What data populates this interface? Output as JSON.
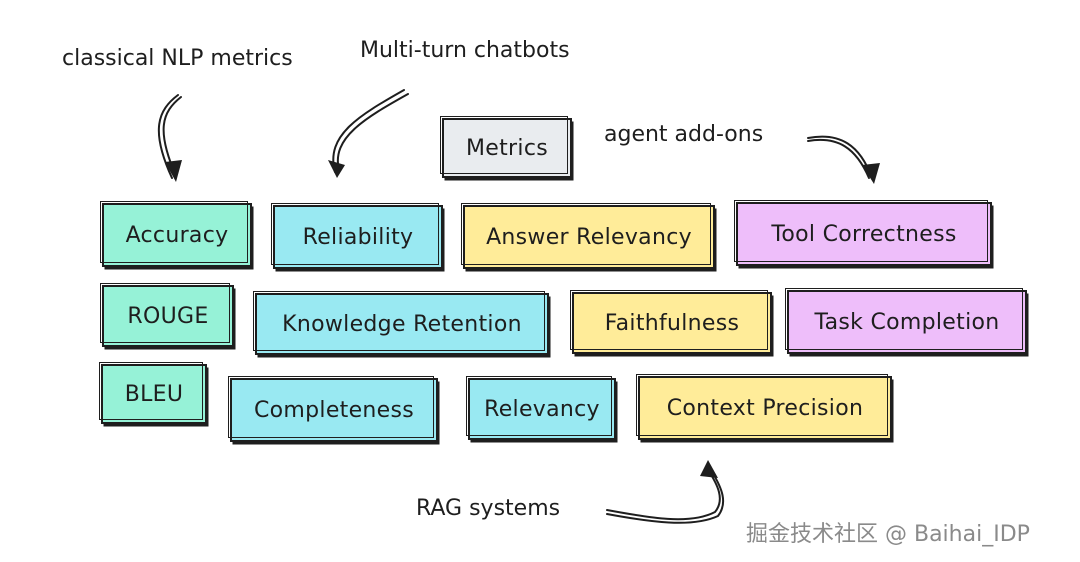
{
  "diagram": {
    "center_label": "Metrics",
    "annotations": {
      "classical": "classical NLP metrics",
      "chatbots": "Multi-turn chatbots",
      "agent": "agent add-ons",
      "rag": "RAG systems"
    },
    "groups": {
      "classical": {
        "color": "#96f2d7",
        "items": [
          "Accuracy",
          "ROUGE",
          "BLEU"
        ]
      },
      "chatbots": {
        "color": "#99e9f2",
        "items": [
          "Reliability",
          "Knowledge Retention",
          "Completeness",
          "Relevancy"
        ]
      },
      "rag": {
        "color": "#ffec99",
        "items": [
          "Answer Relevancy",
          "Faithfulness",
          "Context Precision"
        ]
      },
      "agent": {
        "color": "#eebefa",
        "items": [
          "Tool Correctness",
          "Task Completion"
        ]
      }
    }
  },
  "watermark": "掘金技术社区 @ Baihai_IDP"
}
